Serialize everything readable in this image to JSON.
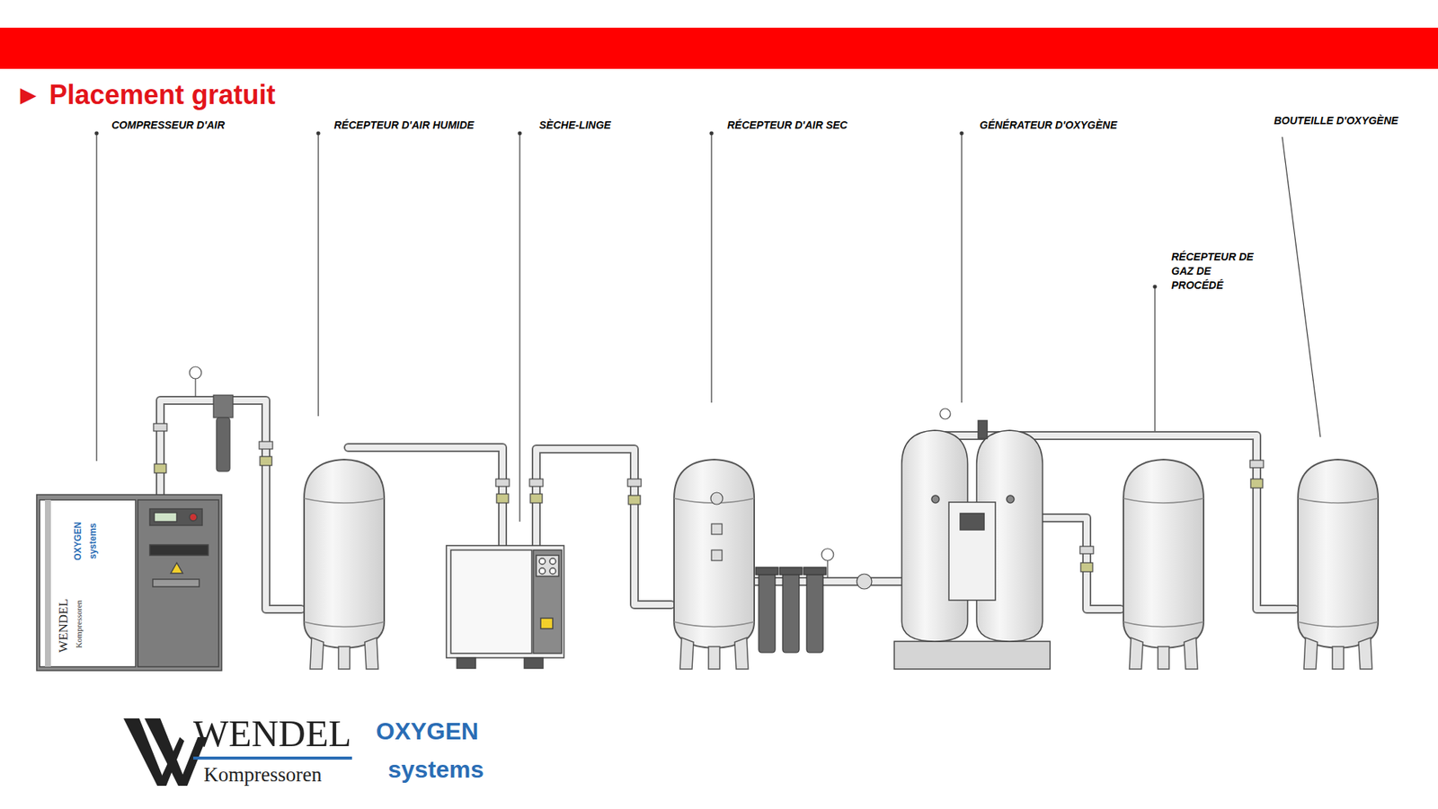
{
  "diagram": {
    "title": "► Placement gratuit",
    "labels": [
      "COMPRESSEUR D'AIR",
      "RÉCEPTEUR D'AIR HUMIDE",
      "SÈCHE-LINGE",
      "RÉCEPTEUR D'AIR SEC",
      "GÉNÉRATEUR D'OXYGÈNE",
      "BOUTEILLE D'OXYGÈNE",
      "RÉCEPTEUR DE GAZ DE PROCÉDÉ",
      "WENDEL",
      "Kompressoren",
      "OXYGEN",
      "systems",
      "WENDEL",
      "Kompressoren",
      "OXYGEN",
      "systems"
    ]
  }
}
